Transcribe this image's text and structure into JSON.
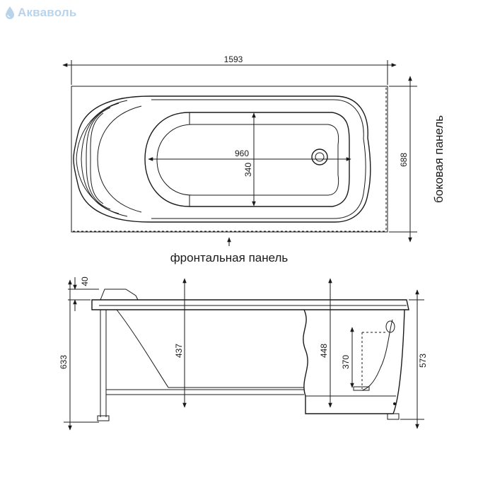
{
  "brand": {
    "logo_text": "Акваволь",
    "color": "#b9d3ea"
  },
  "top_view": {
    "length": "1593",
    "width": "688",
    "inner_length": "960",
    "inner_width": "340",
    "side_label": "боковая панель",
    "front_label": "фронтальная панель"
  },
  "side_view": {
    "rim": "40",
    "total_height": "633",
    "depth_a": "437",
    "depth_b": "448",
    "drain": "370",
    "panel_height": "573"
  }
}
